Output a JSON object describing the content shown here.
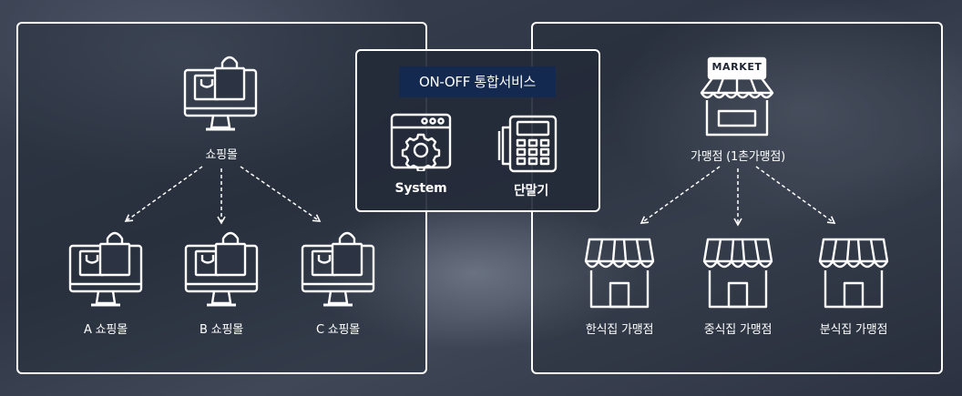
{
  "service": {
    "title": "ON-OFF 통합서비스",
    "system_label": "System",
    "terminal_label": "단말기"
  },
  "online": {
    "root_label": "쇼핑몰",
    "children": [
      "A 쇼핑몰",
      "B 쇼핑몰",
      "C 쇼핑몰"
    ]
  },
  "offline": {
    "root_sign": "MARKET",
    "root_label": "가맹점 (1촌가맹점)",
    "children": [
      "한식집 가맹점",
      "중식집 가맹점",
      "분식집 가맹점"
    ]
  }
}
